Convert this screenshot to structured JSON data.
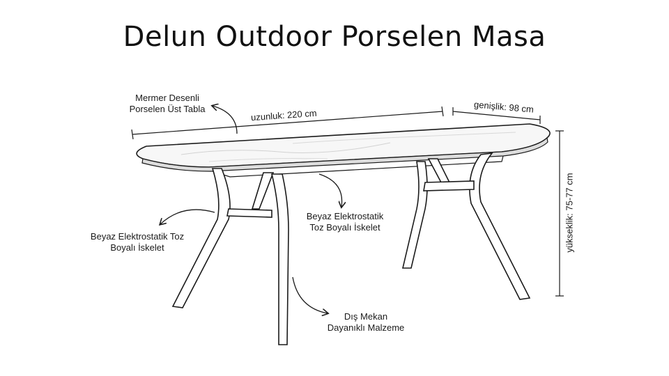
{
  "title": "Delun Outdoor Porselen Masa",
  "annotations": {
    "top_surface": [
      "Mermer Desenli",
      "Porselen Üst Tabla"
    ],
    "frame_left": [
      "Beyaz Elektrostatik Toz",
      "Boyalı İskelet"
    ],
    "frame_center": [
      "Beyaz Elektrostatik",
      "Toz Boyalı İskelet"
    ],
    "material": [
      "Dış Mekan",
      "Dayanıklı Malzeme"
    ]
  },
  "dimensions": {
    "length": "uzunluk: 220 cm",
    "width": "genişlik: 98 cm",
    "height": "yükseklik: 75-77 cm"
  },
  "colors": {
    "line": "#1a1a1a",
    "marble": "#e6e6e6"
  }
}
